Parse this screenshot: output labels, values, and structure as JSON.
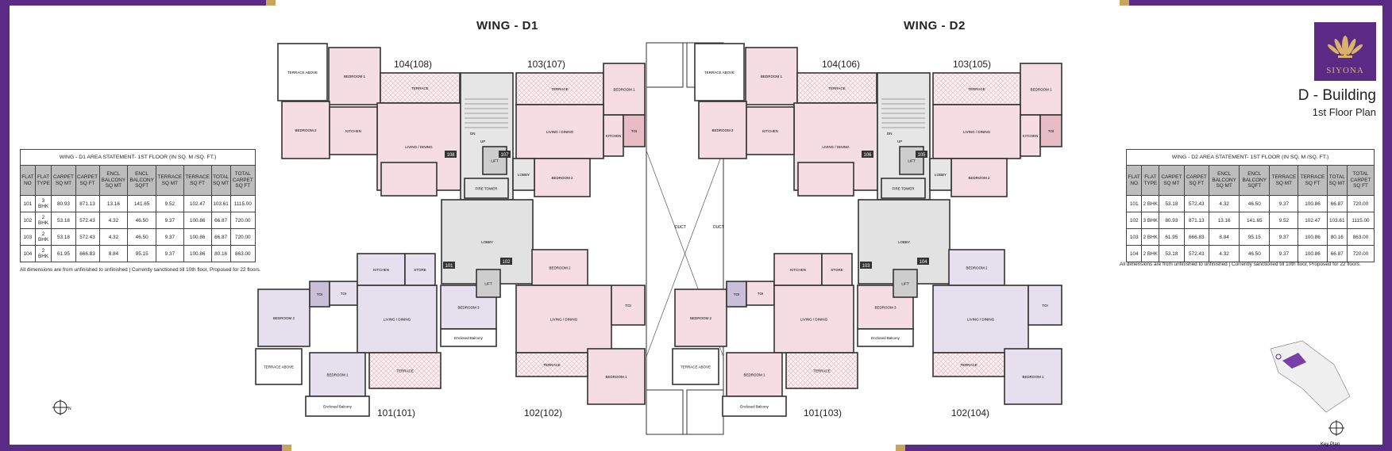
{
  "colors": {
    "frame": "#5a2a84",
    "accent": "#c9a45c",
    "pink": "#f6dde3",
    "lavender": "#e6e0ee",
    "core": "#e6e6e6"
  },
  "brand": {
    "logo_text": "SIYONA",
    "title": "D - Building",
    "subtitle": "1st Floor Plan"
  },
  "wings": [
    {
      "title": "WING - D1"
    },
    {
      "title": "WING - D2"
    }
  ],
  "flats": {
    "d1": [
      "104(108)",
      "103(107)",
      "101(101)",
      "102(102)"
    ],
    "d2": [
      "104(106)",
      "103(105)",
      "101(103)",
      "102(104)"
    ]
  },
  "badges": {
    "d1": [
      "108",
      "107",
      "101",
      "102"
    ],
    "d2": [
      "106",
      "105",
      "103",
      "104"
    ]
  },
  "rooms": {
    "terrace": "TERRACE",
    "terrace_above": "TERRACE ABOVE",
    "bedroom1": "BEDROOM 1",
    "bedroom2": "BEDROOM 2",
    "bedroom3": "BEDROOM 3",
    "living": "LIVING / DINING",
    "kitchen": "KITCHEN",
    "toi": "TOI",
    "lobby": "LOBBY",
    "lift": "LIFT",
    "fire_tower": "FIRE TOWER",
    "enclosed_balcony": "Enclosed Balcony",
    "store": "STORE",
    "duct": "DUCT",
    "dn": "DN",
    "up": "UP"
  },
  "tables": [
    {
      "title": "WING - D1  AREA STATEMENT- 1ST  FLOOR (IN SQ. M /SQ. FT.)",
      "headers": [
        "FLAT NO",
        "FLAT TYPE",
        "CARPET SQ MT",
        "CARPET SQ FT",
        "ENCL BALCONY SQ MT",
        "ENCL BALCONY SQFT",
        "TERRACE SQ MT",
        "TERRACE SQ FT",
        "TOTAL SQ MT",
        "TOTAL CARPET SQ FT"
      ],
      "rows": [
        [
          "101",
          "3 BHK",
          "80.93",
          "871.13",
          "13.16",
          "141.65",
          "9.52",
          "102.47",
          "103.61",
          "1115.00"
        ],
        [
          "102",
          "2 BHK",
          "53.18",
          "572.43",
          "4.32",
          "46.50",
          "9.37",
          "100.86",
          "66.87",
          "720.00"
        ],
        [
          "103",
          "2 BHK",
          "53.18",
          "572.43",
          "4.32",
          "46.50",
          "9.37",
          "100.86",
          "66.87",
          "720.00"
        ],
        [
          "104",
          "2 BHK",
          "61.95",
          "666.83",
          "8.84",
          "95.15",
          "9.37",
          "100.86",
          "80.16",
          "863.00"
        ]
      ]
    },
    {
      "title": "WING - D2 AREA STATEMENT- 1ST  FLOOR (IN SQ. M /SQ. FT.)",
      "headers": [
        "FLAT NO",
        "FLAT TYPE",
        "CARPET SQ MT",
        "CARPET SQ FT",
        "ENCL BALCONY SQ MT",
        "ENCL BALCONY SQFT",
        "TERRACE SQ MT",
        "TERRACE SQ FT",
        "TOTAL SQ MT",
        "TOTAL CARPET SQ FT"
      ],
      "rows": [
        [
          "101",
          "2 BHK",
          "53.18",
          "572.43",
          "4.32",
          "46.50",
          "9.37",
          "100.86",
          "66.87",
          "720.00"
        ],
        [
          "102",
          "3 BHK",
          "80.93",
          "871.13",
          "13.16",
          "141.65",
          "9.52",
          "102.47",
          "103.61",
          "1115.00"
        ],
        [
          "103",
          "2 BHK",
          "61.95",
          "666.83",
          "8.84",
          "95.15",
          "9.37",
          "100.86",
          "80.16",
          "863.00"
        ],
        [
          "104",
          "2 BHK",
          "53.18",
          "572.43",
          "4.32",
          "46.50",
          "9.37",
          "100.86",
          "66.87",
          "720.00"
        ]
      ]
    }
  ],
  "note": "All dimensions are from unfinished to unfinished | Currently sanctioned till 10th floor, Proposed for 22 floors.",
  "key_plan": "Key Plan",
  "icons": [
    "compass-icon",
    "logo-leaf-icon"
  ]
}
